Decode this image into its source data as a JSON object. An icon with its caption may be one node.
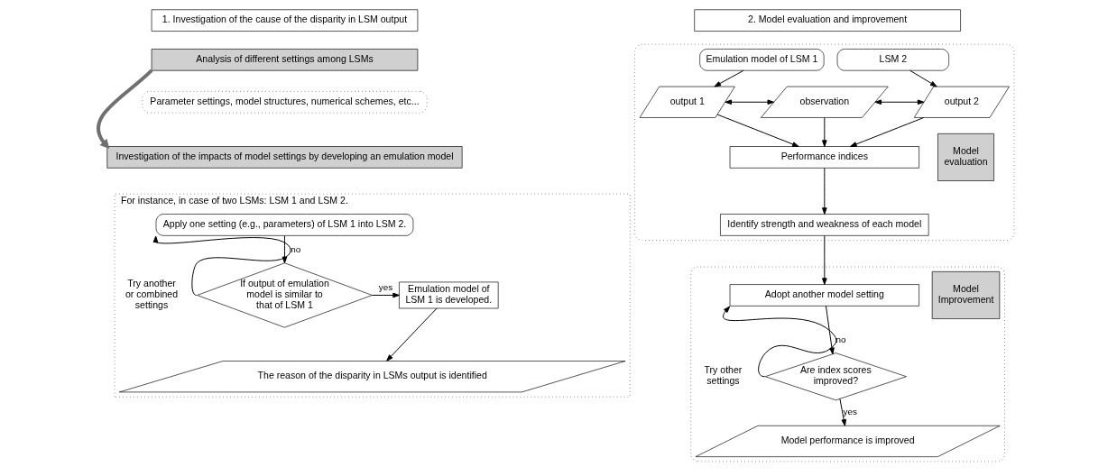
{
  "diagram": {
    "nodes": [
      {
        "text": [
          "1. Investigation of the cause of the disparity in LSM output"
        ]
      },
      {
        "text": [
          "Analysis of different settings among LSMs"
        ]
      },
      {
        "text": [
          "Parameter settings, model structures, numerical schemes, etc..."
        ]
      },
      {
        "text": [
          "Investigation of the impacts of model settings by developing an emulation model"
        ]
      },
      {
        "text": [
          "For instance, in case of two LSMs: LSM 1 and LSM 2."
        ]
      },
      {
        "text": [
          "Apply one setting (e.g., parameters) of LSM 1 into LSM 2."
        ],
        "in": 4
      },
      {
        "text": [
          "If output of emulation model is similar to that of LSM 1"
        ],
        "in": 4
      },
      {
        "text": [
          "Emulation model of LSM 1 is developed."
        ],
        "in": 4
      },
      {
        "text": [
          "The reason of the disparity in LSMs output is identified"
        ],
        "in": 4
      },
      {
        "text": [
          "2. Model evaluation and improvement"
        ]
      },
      {
        "text": [],
        "shape": "box"
      },
      {
        "text": [
          "Emulation model of LSM 1"
        ],
        "in": 10
      },
      {
        "text": [
          "LSM 2"
        ],
        "in": 10
      },
      {
        "text": [
          "output 1"
        ],
        "in": 10
      },
      {
        "text": [
          "observation"
        ],
        "in": 10
      },
      {
        "text": [
          "output 2"
        ],
        "in": 10
      },
      {
        "text": [
          "Model evaluation"
        ],
        "in": 10
      },
      {
        "text": [
          "Performance indices"
        ],
        "in": 10
      },
      {
        "text": [
          "Identify strength and weakness of each model"
        ],
        "in": 10
      },
      {
        "text": [],
        "shape": "box"
      },
      {
        "text": [
          "Model Improvement"
        ],
        "in": 19
      },
      {
        "text": [
          "Adopt another model setting"
        ],
        "in": 19
      },
      {
        "text": [
          "Are index scores improved?"
        ],
        "in": 19
      },
      {
        "text": [
          "Model performance is improved"
        ],
        "in": 19
      }
    ],
    "edges": [
      {
        "from": 1,
        "to": 3,
        "arrow": "to",
        "style": "thick",
        "color": "#707070"
      },
      {
        "from": 5,
        "to": 6,
        "arrow": "to"
      },
      {
        "from": 6,
        "to": 5,
        "arrow": "to",
        "label": "no"
      },
      {
        "from": 6,
        "to": 7,
        "arrow": "to",
        "label": "yes"
      },
      {
        "from": 7,
        "to": 8,
        "arrow": "to"
      },
      {
        "from": 11,
        "to": 13,
        "arrow": "to"
      },
      {
        "from": 12,
        "to": 15,
        "arrow": "to"
      },
      {
        "from": 13,
        "to": 14,
        "arrow": "both"
      },
      {
        "from": 14,
        "to": 15,
        "arrow": "both"
      },
      {
        "from": 13,
        "to": 17,
        "arrow": "to"
      },
      {
        "from": 14,
        "to": 17,
        "arrow": "to"
      },
      {
        "from": 15,
        "to": 17,
        "arrow": "to"
      },
      {
        "from": 17,
        "to": 18,
        "arrow": "to"
      },
      {
        "from": 18,
        "to": 21,
        "arrow": "to"
      },
      {
        "from": 21,
        "to": 22,
        "arrow": "to"
      },
      {
        "from": 22,
        "to": 21,
        "arrow": "to",
        "label": "no"
      },
      {
        "from": 22,
        "to": 23,
        "arrow": "to",
        "label": "yes"
      }
    ],
    "labels": [
      "Try another or combined settings",
      "Try other settings"
    ]
  }
}
